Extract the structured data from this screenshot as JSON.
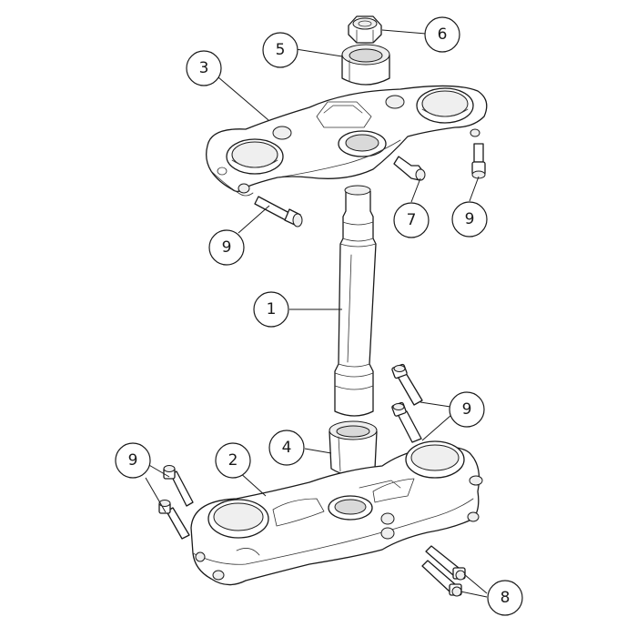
{
  "callouts": [
    {
      "id": "c6",
      "text": "6"
    },
    {
      "id": "c5",
      "text": "5"
    },
    {
      "id": "c3",
      "text": "3"
    },
    {
      "id": "c7",
      "text": "7"
    },
    {
      "id": "c9a",
      "text": "9"
    },
    {
      "id": "c9b",
      "text": "9"
    },
    {
      "id": "c1",
      "text": "1"
    },
    {
      "id": "c9c",
      "text": "9"
    },
    {
      "id": "c4",
      "text": "4"
    },
    {
      "id": "c9d",
      "text": "9"
    },
    {
      "id": "c2",
      "text": "2"
    },
    {
      "id": "c8",
      "text": "8"
    }
  ]
}
